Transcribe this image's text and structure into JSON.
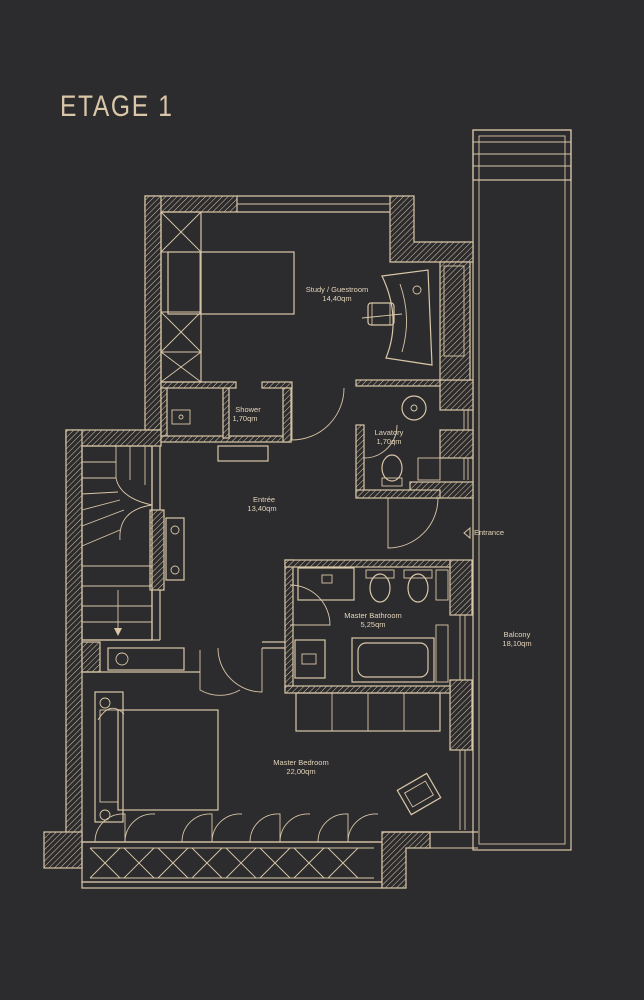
{
  "title": "ETAGE 1",
  "colors": {
    "background": "#2c2b2d",
    "line": "#d9c7a8",
    "text": "#e4d5bb"
  },
  "rooms": {
    "study": {
      "name": "Study / Guestroom",
      "area": "14,40qm"
    },
    "shower": {
      "name": "Shower",
      "area": "1,70qm"
    },
    "lavatory": {
      "name": "Lavatory",
      "area": "1,70qm"
    },
    "entree": {
      "name": "Entrée",
      "area": "13,40qm"
    },
    "master_bathroom": {
      "name": "Master Bathroom",
      "area": "5,25qm"
    },
    "balcony": {
      "name": "Balcony",
      "area": "18,10qm"
    },
    "master_bedroom": {
      "name": "Master Bedroom",
      "area": "22,00qm"
    }
  },
  "entrance_label": "Entrance",
  "icons": [
    "door-arc",
    "bed",
    "desk-chair",
    "toilet",
    "sink",
    "bathtub",
    "staircase",
    "wardrobe",
    "armchair",
    "entrance-arrow"
  ]
}
